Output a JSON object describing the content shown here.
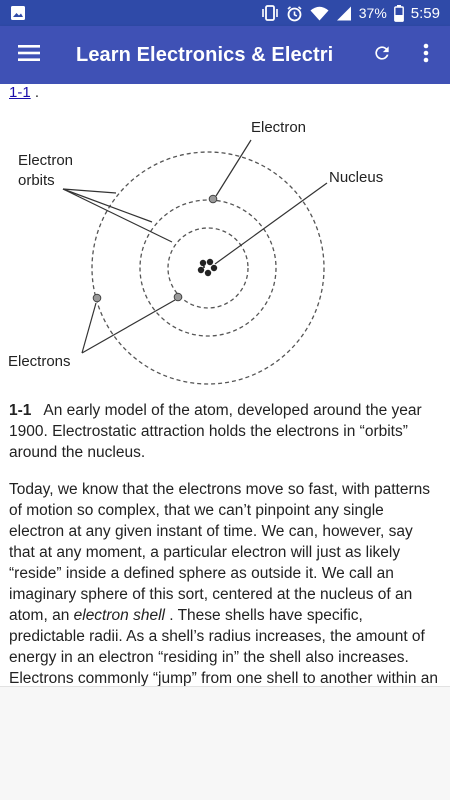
{
  "status_bar": {
    "battery_percent": "37%",
    "time": "5:59",
    "icons": [
      "image-icon",
      "vibrate-icon",
      "alarm-icon",
      "wifi-icon",
      "signal-icon",
      "battery-icon"
    ]
  },
  "app_bar": {
    "title": "Learn Electronics & Electri",
    "icons": [
      "menu-icon",
      "refresh-icon",
      "more-vert-icon"
    ]
  },
  "content": {
    "ref_link": "1-1",
    "ref_suffix": " .",
    "diagram": {
      "label_electron": "Electron",
      "label_nucleus": "Nucleus",
      "label_orbits_1": "Electron",
      "label_orbits_2": "orbits",
      "label_electrons": "Electrons"
    },
    "caption": {
      "number": "1-1",
      "text": "An early model of the atom, developed around the year 1900. Electrostatic attraction holds the electrons in “orbits” around the nucleus."
    },
    "paragraph": {
      "part1": "Today, we know that the electrons move so fast, with patterns of motion so complex, that we can’t pinpoint any single electron at any given instant of time. We can, however, say that at any moment, a particular electron will just as likely “reside” inside a defined sphere as outside it. We call an imaginary sphere of this sort, centered at the nucleus of an atom, an ",
      "emphasis": "electron shell",
      "part2": " . These shells have specific, predictable radii. As a shell’s radius increases, the amount of energy in an electron “residing in” the shell also increases. Electrons commonly “jump” from one shell to another within an atom, thereby"
    }
  },
  "colors": {
    "status_bar": "#2f4aa8",
    "app_bar": "#3f51b5",
    "link": "#1a0dab"
  }
}
